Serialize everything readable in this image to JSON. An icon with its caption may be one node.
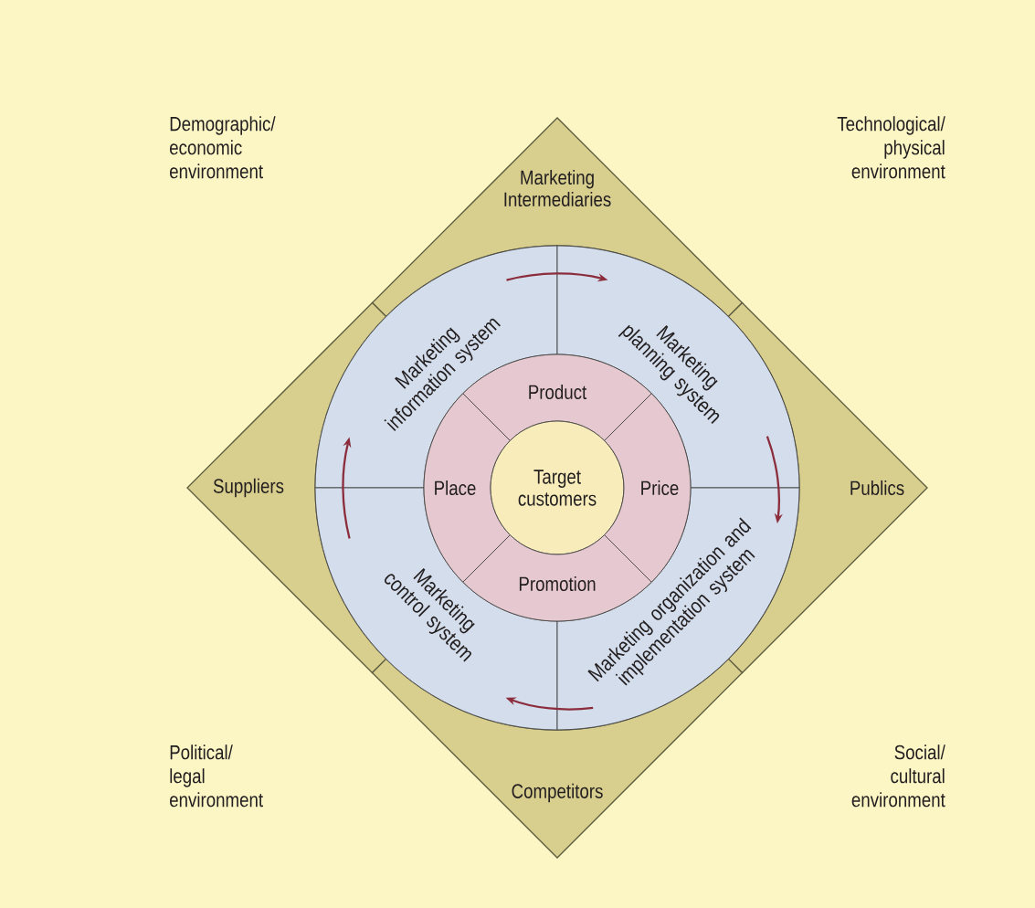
{
  "diagram": {
    "nodes": [
      {
        "text": [
          "Marketing Intermediaries"
        ]
      },
      {
        "text": [
          "Suppliers"
        ]
      },
      {
        "text": [
          "Publics"
        ]
      },
      {
        "text": [
          "Competitors"
        ]
      },
      {
        "text": [
          "Marketing information system"
        ]
      },
      {
        "text": [
          "Marketing planning system"
        ]
      },
      {
        "text": [
          "Marketing control system"
        ]
      },
      {
        "text": [
          "Marketing organization and implementation system"
        ]
      },
      {
        "text": [
          "Product"
        ]
      },
      {
        "text": [
          "Place"
        ]
      },
      {
        "text": [
          "Target customers"
        ]
      },
      {
        "text": [
          "Price"
        ]
      },
      {
        "text": [
          "Promotion"
        ]
      }
    ],
    "edges": [
      {
        "from": 4,
        "to": 5,
        "arrow": "to"
      },
      {
        "from": 5,
        "to": 7,
        "arrow": "to"
      },
      {
        "from": 7,
        "to": 6,
        "arrow": "to"
      },
      {
        "from": 6,
        "to": 4,
        "arrow": "to"
      }
    ],
    "labels": [
      "Demographic/ economic environment",
      "Technological/ physical environment",
      "Political/ legal environment",
      "Social/ cultural environment"
    ]
  }
}
